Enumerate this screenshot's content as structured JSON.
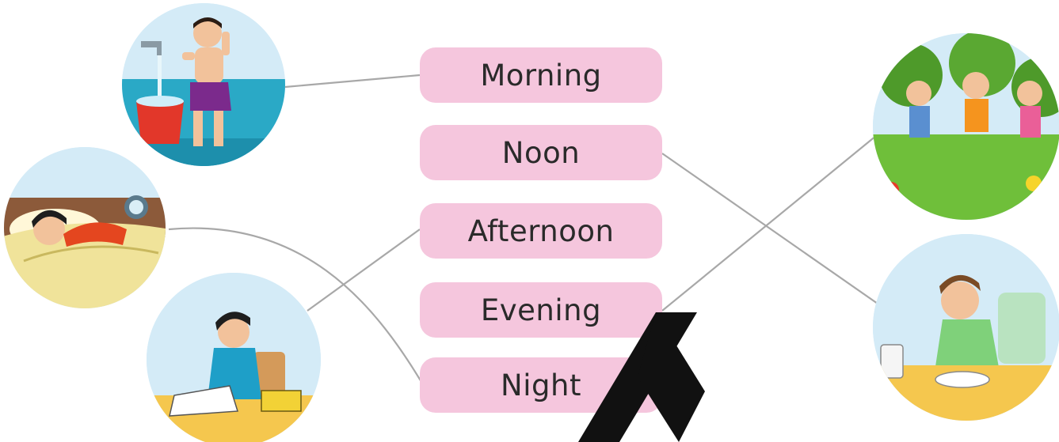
{
  "labels": [
    {
      "key": "morning",
      "text": "Morning"
    },
    {
      "key": "noon",
      "text": "Noon"
    },
    {
      "key": "afternoon",
      "text": "Afternoon"
    },
    {
      "key": "evening",
      "text": "Evening"
    },
    {
      "key": "night",
      "text": "Night"
    }
  ],
  "pictures": [
    {
      "key": "bathing",
      "subject": "boy bathing beside tap and red bucket"
    },
    {
      "key": "sleeping",
      "subject": "child sleeping in bed with alarm clock"
    },
    {
      "key": "studying",
      "subject": "boy studying at desk with books"
    },
    {
      "key": "playing",
      "subject": "three children playing in park"
    },
    {
      "key": "eating",
      "subject": "boy eating meal at table"
    }
  ],
  "matches": [
    {
      "picture": "bathing",
      "label": "morning"
    },
    {
      "picture": "sleeping",
      "label": "night"
    },
    {
      "picture": "studying",
      "label": "afternoon"
    },
    {
      "picture": "playing",
      "label": "evening"
    },
    {
      "picture": "eating",
      "label": "noon"
    }
  ],
  "colors": {
    "pill": "#f5c6dd",
    "line": "#a8a8a8",
    "circle_sky": "#d4ebf7",
    "watermark": "#111111"
  }
}
